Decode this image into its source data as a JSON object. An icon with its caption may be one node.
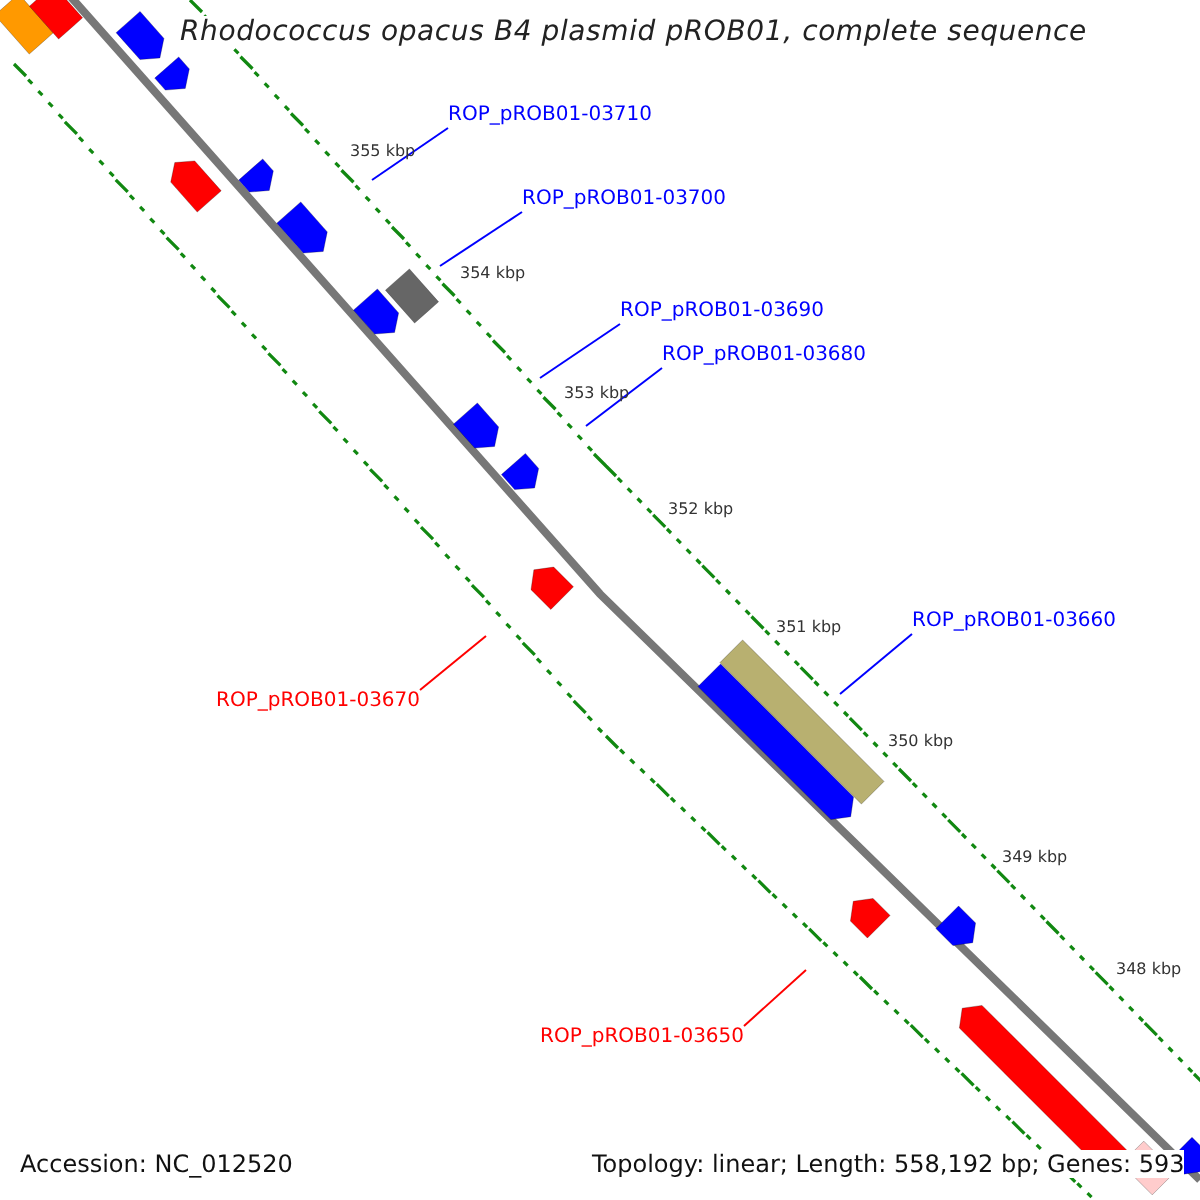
{
  "diagram": {
    "title": "Rhodococcus opacus B4 plasmid pROB01, complete sequence",
    "nodes": [
      {
        "text": [
          "ROP_pROB01-03710"
        ]
      },
      {
        "text": [
          "ROP_pROB01-03700"
        ]
      },
      {
        "text": [
          "ROP_pROB01-03690"
        ]
      },
      {
        "text": [
          "ROP_pROB01-03680"
        ]
      },
      {
        "text": [
          "ROP_pROB01-03660"
        ]
      },
      {
        "text": [
          "ROP_pROB01-03670"
        ]
      },
      {
        "text": [
          "ROP_pROB01-03650"
        ]
      }
    ],
    "edges": [
      {
        "from": 0,
        "to": null,
        "arrow": "none"
      },
      {
        "from": 1,
        "to": null,
        "arrow": "none"
      },
      {
        "from": 2,
        "to": null,
        "arrow": "none"
      },
      {
        "from": 3,
        "to": null,
        "arrow": "none"
      },
      {
        "from": 4,
        "to": null,
        "arrow": "none"
      },
      {
        "from": 5,
        "to": null,
        "arrow": "none",
        "color": "#ff0000"
      },
      {
        "from": 6,
        "to": null,
        "arrow": "none",
        "color": "#ff0000"
      }
    ],
    "labels": [
      "355 kbp",
      "354 kbp",
      "353 kbp",
      "352 kbp",
      "351 kbp",
      "350 kbp",
      "349 kbp",
      "348 kbp",
      "Accession: NC_012520",
      "Topology: linear; Length: 558,192 bp; Genes: 593"
    ]
  }
}
